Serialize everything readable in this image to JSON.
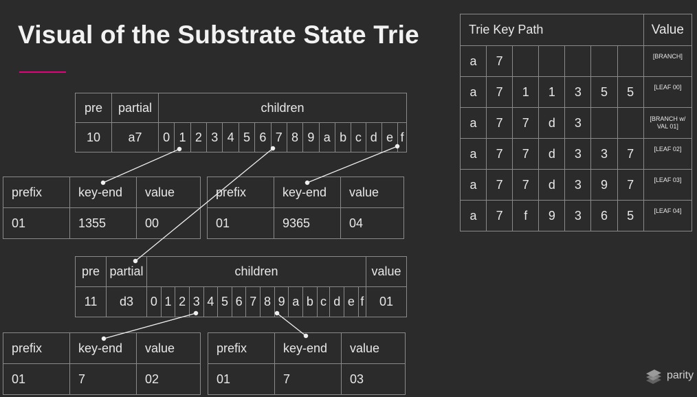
{
  "title": "Visual of the Substrate State Trie",
  "branch1": {
    "headers": [
      "pre",
      "partial",
      "children"
    ],
    "pre": "10",
    "partial": "a7",
    "children": [
      "0",
      "1",
      "2",
      "3",
      "4",
      "5",
      "6",
      "7",
      "8",
      "9",
      "a",
      "b",
      "c",
      "d",
      "e",
      "f"
    ]
  },
  "leaf1": {
    "headers": [
      "prefix",
      "key-end",
      "value"
    ],
    "values": [
      "01",
      "1355",
      "00"
    ]
  },
  "leaf2": {
    "headers": [
      "prefix",
      "key-end",
      "value"
    ],
    "values": [
      "01",
      "9365",
      "04"
    ]
  },
  "branch2": {
    "headers": [
      "pre",
      "partial",
      "children",
      "value"
    ],
    "pre": "11",
    "partial": "d3",
    "children": [
      "0",
      "1",
      "2",
      "3",
      "4",
      "5",
      "6",
      "7",
      "8",
      "9",
      "a",
      "b",
      "c",
      "d",
      "e",
      "f"
    ],
    "value": "01"
  },
  "leaf3": {
    "headers": [
      "prefix",
      "key-end",
      "value"
    ],
    "values": [
      "01",
      "7",
      "02"
    ]
  },
  "leaf4": {
    "headers": [
      "prefix",
      "key-end",
      "value"
    ],
    "values": [
      "01",
      "7",
      "03"
    ]
  },
  "key_table": {
    "header_path": "Trie Key Path",
    "header_value": "Value",
    "rows": [
      {
        "path": [
          "a",
          "7",
          "",
          "",
          "",
          "",
          ""
        ],
        "value": "[BRANCH]"
      },
      {
        "path": [
          "a",
          "7",
          "1",
          "1",
          "3",
          "5",
          "5"
        ],
        "value": "[LEAF 00]"
      },
      {
        "path": [
          "a",
          "7",
          "7",
          "d",
          "3",
          "",
          ""
        ],
        "value": "[BRANCH w/ VAL 01]"
      },
      {
        "path": [
          "a",
          "7",
          "7",
          "d",
          "3",
          "3",
          "7"
        ],
        "value": "[LEAF 02]"
      },
      {
        "path": [
          "a",
          "7",
          "7",
          "d",
          "3",
          "9",
          "7"
        ],
        "value": "[LEAF 03]"
      },
      {
        "path": [
          "a",
          "7",
          "f",
          "9",
          "3",
          "6",
          "5"
        ],
        "value": "[LEAF 04]"
      }
    ]
  },
  "logo_text": "parity",
  "colors": {
    "background": "#2b2b2b",
    "accent": "#e6007a",
    "grid": "#8a8a8a"
  }
}
